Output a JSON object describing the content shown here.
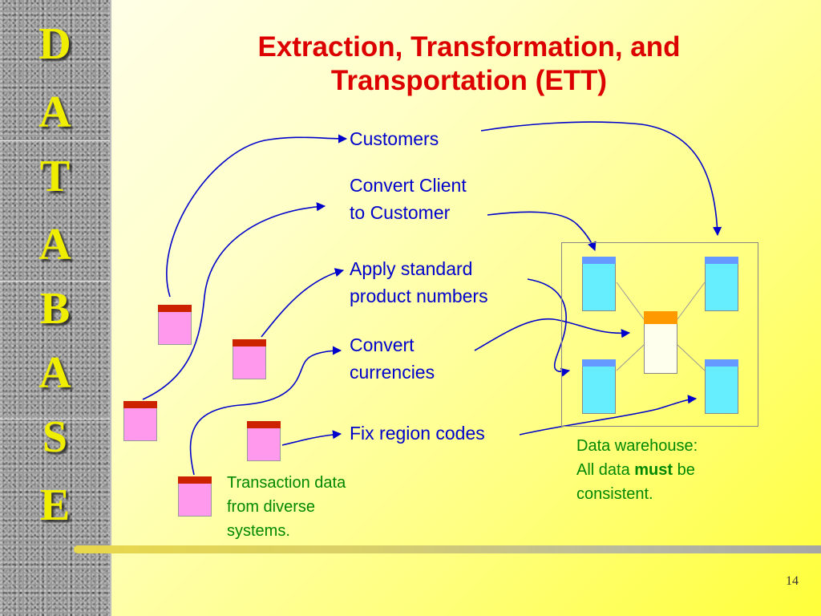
{
  "sidebar": {
    "letters": [
      "D",
      "A",
      "T",
      "A",
      "B",
      "A",
      "S",
      "E"
    ]
  },
  "title": {
    "line1": "Extraction, Transformation, and",
    "line2": "Transportation (ETT)"
  },
  "steps": {
    "customers": "Customers",
    "convert_client_line1": "Convert Client",
    "convert_client_line2": "to Customer",
    "apply_standard_line1": "Apply standard",
    "apply_standard_line2": "product numbers",
    "convert_currencies_line1": "Convert",
    "convert_currencies_line2": "currencies",
    "fix_region": "Fix region codes"
  },
  "source_note": {
    "line1": "Transaction data",
    "line2": "from diverse",
    "line3": "systems."
  },
  "warehouse_note": {
    "line1": "Data warehouse:",
    "line2_prefix": "All data ",
    "line2_bold": "must",
    "line2_suffix": " be",
    "line3": "consistent."
  },
  "page_number": "14",
  "colors": {
    "title": "#dd0000",
    "labels": "#0000cc",
    "notes": "#008800",
    "source_db": "#ff99ee",
    "source_cap": "#cc2200",
    "warehouse_db": "#66eeff",
    "warehouse_cap": "#6699ff",
    "hub_cap": "#ff9900",
    "arrows": "#0000cc"
  }
}
